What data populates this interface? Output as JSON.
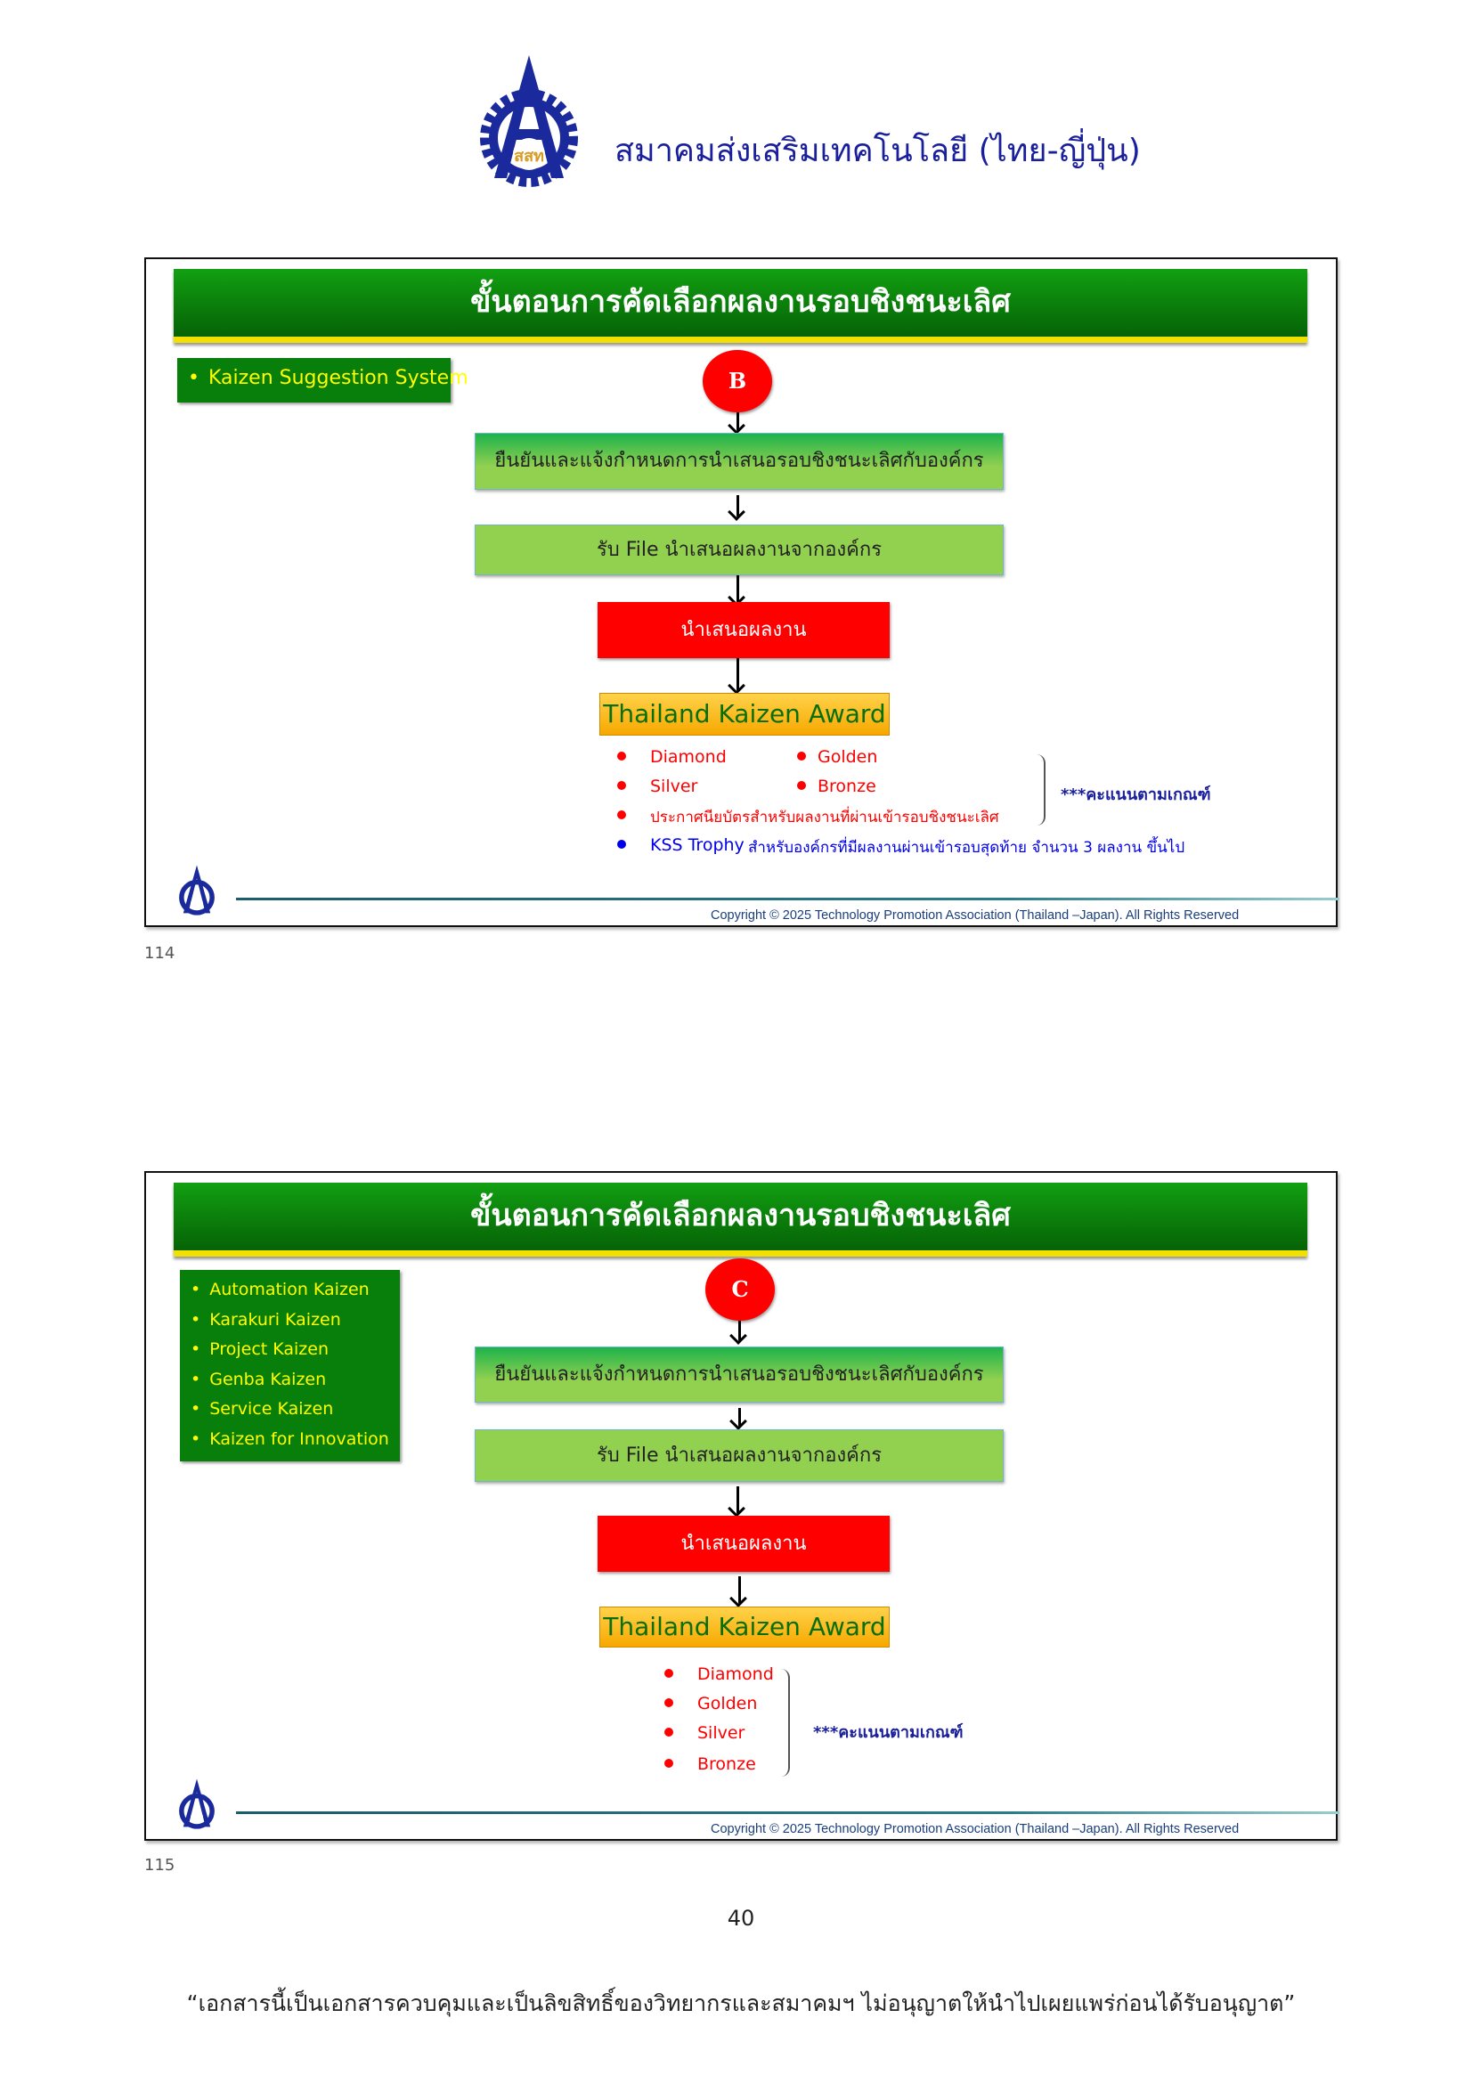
{
  "header": {
    "org_name": "สมาคมส่งเสริมเทคโนโลยี (ไทย-ญี่ปุ่น)",
    "logo_text": "สสท"
  },
  "slides": [
    {
      "title": "ขั้นตอนการคัดเลือกผลงานรอบชิงชนะเลิศ",
      "categories": [
        "Kaizen Suggestion System"
      ],
      "marker": "B",
      "steps": [
        "ยืนยันและแจ้งกำหนดการนำเสนอรอบชิงชนะเลิศกับองค์กร",
        "รับ File นำเสนอผลงานจากองค์กร",
        "นำเสนอผลงาน",
        "Thailand Kaizen Award"
      ],
      "awards": [
        "Diamond",
        "Golden",
        "Silver",
        "Bronze",
        "ประกาศนียบัตรสำหรับผลงานที่ผ่านเข้ารอบชิงชนะเลิศ"
      ],
      "note": "***คะแนนตามเกณฑ์",
      "trophy": {
        "name": "KSS Trophy",
        "desc": "สำหรับองค์กรที่มีผลงานผ่านเข้ารอบสุดท้าย จำนวน 3 ผลงาน ขึ้นไป"
      },
      "copyright": "Copyright © 2025 Technology Promotion Association (Thailand –Japan). All Rights Reserved",
      "page_label": "114"
    },
    {
      "title": "ขั้นตอนการคัดเลือกผลงานรอบชิงชนะเลิศ",
      "categories": [
        "Automation Kaizen",
        "Karakuri Kaizen",
        "Project Kaizen",
        "Genba Kaizen",
        "Service Kaizen",
        "Kaizen for Innovation"
      ],
      "marker": "C",
      "steps": [
        "ยืนยันและแจ้งกำหนดการนำเสนอรอบชิงชนะเลิศกับองค์กร",
        "รับ File นำเสนอผลงานจากองค์กร",
        "นำเสนอผลงาน",
        "Thailand Kaizen Award"
      ],
      "awards": [
        "Diamond",
        "Golden",
        "Silver",
        "Bronze"
      ],
      "note": "***คะแนนตามเกณฑ์",
      "copyright": "Copyright © 2025 Technology Promotion Association (Thailand –Japan). All Rights Reserved",
      "page_label": "115"
    }
  ],
  "footer": {
    "page_number": "40",
    "disclaimer": "“เอกสารนี้เป็นเอกสารควบคุมและเป็นลิขสิทธิ์ของวิทยากรและสมาคมฯ ไม่อนุญาตให้นำไปเผยแพร่ก่อนได้รับอนุญาต”"
  },
  "colors": {
    "title_green": "#0a7a0a",
    "accent_yellow": "#f2e000",
    "award_red": "#ff0000",
    "trophy_blue": "#0000ee",
    "org_blue": "#1a1f9c"
  }
}
